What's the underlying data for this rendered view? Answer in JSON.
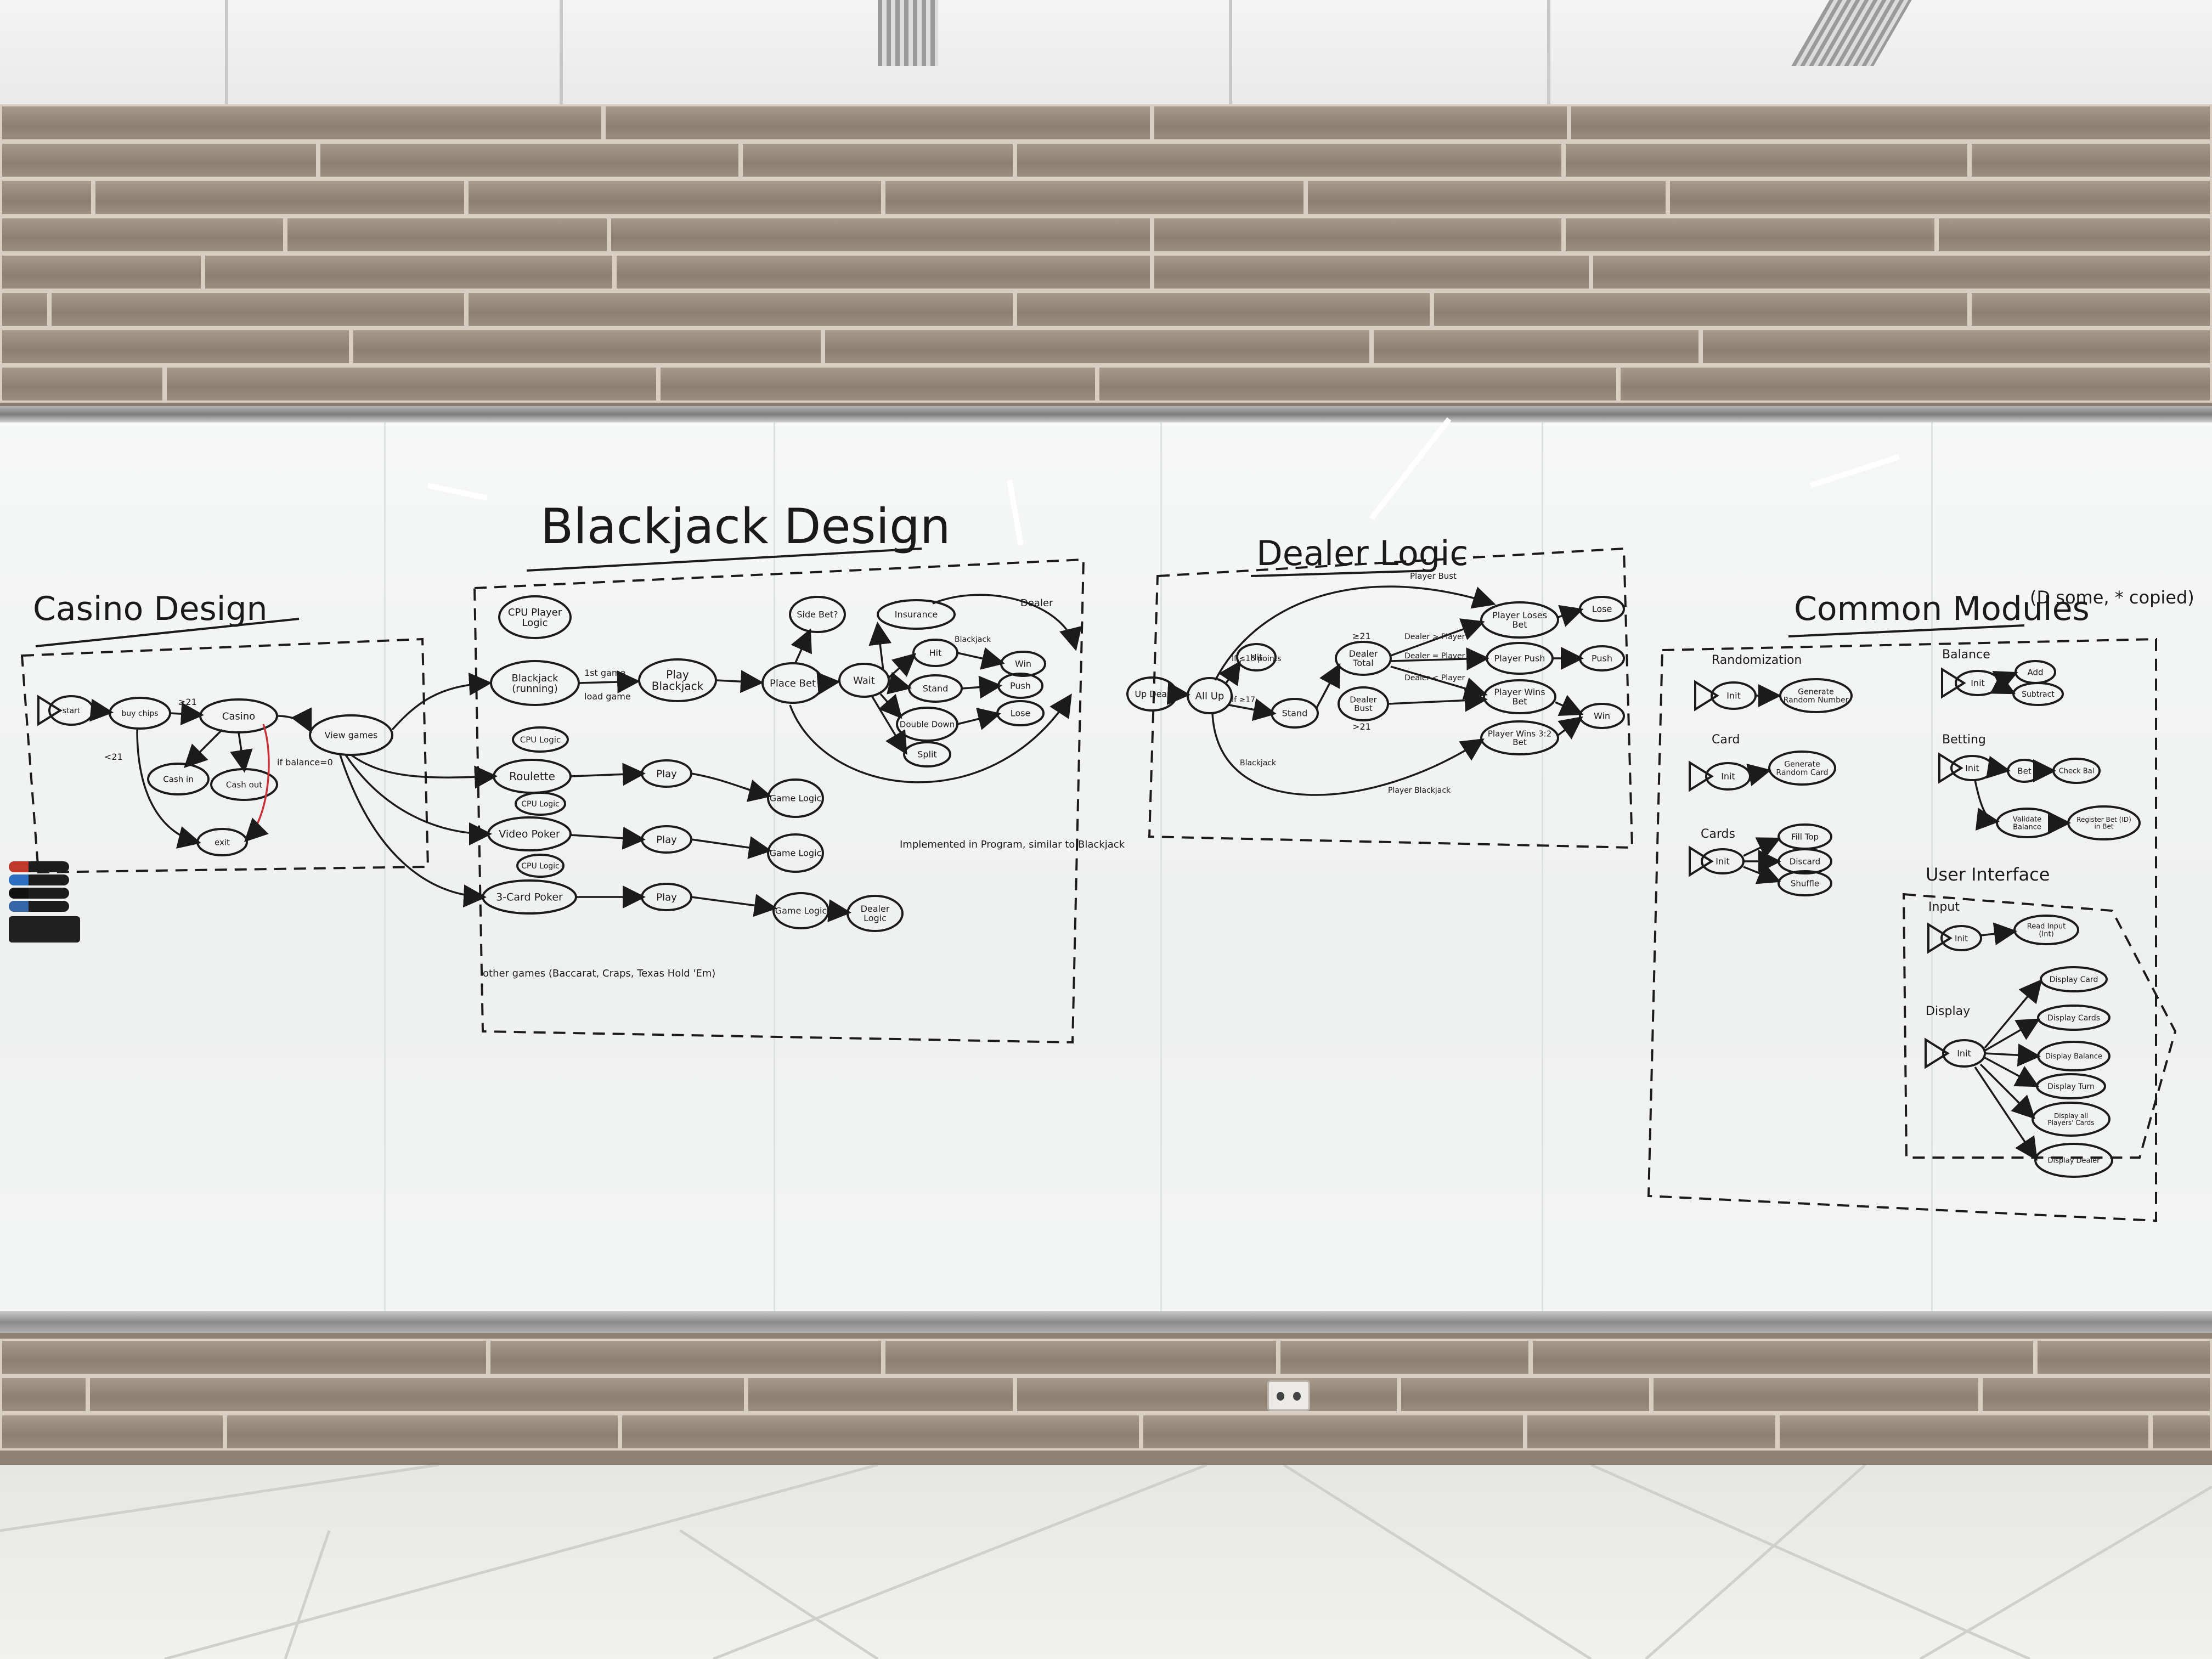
{
  "titles": {
    "casino": "Casino Design",
    "blackjack": "Blackjack Design",
    "dealer": "Dealer Logic",
    "common": "Common Modules",
    "common_note": "(D some, * copied)"
  },
  "casino": {
    "n_start": "start",
    "n_buy": "buy chips",
    "n_casino": "Casino",
    "n_cashin": "Cash in",
    "n_cashout": "Cash out",
    "n_exit": "exit",
    "n_view": "View games",
    "e_ge21": "≥21",
    "e_lt21": "<21",
    "e_balance": "if balance=0"
  },
  "blackjack": {
    "n_cpu": "CPU Player Logic",
    "n_blackjack": "Blackjack (running)",
    "n_play": "Play Blackjack",
    "n_placebet": "Place Bet",
    "n_sidebet": "Side Bet?",
    "n_wait": "Wait",
    "n_insurance": "Insurance",
    "n_hit": "Hit",
    "n_stand": "Stand",
    "n_double": "Double Down",
    "n_split": "Split",
    "n_win": "Win",
    "n_push": "Push",
    "n_lose": "Lose",
    "e_1st": "1st game",
    "e_load": "load game",
    "e_dealer": "Dealer",
    "e_blackjack": "Blackjack",
    "n_cpu2": "CPU Logic",
    "n_roulette": "Roulette",
    "n_cpu3": "CPU Logic",
    "n_videopoker": "Video Poker",
    "n_cpu4": "CPU Logic",
    "n_threecard": "3-Card Poker",
    "n_play2": "Play",
    "n_play3": "Play",
    "n_play4": "Play",
    "n_gl1": "Game Logic",
    "n_gl2": "Game Logic",
    "n_gl3": "Game Logic",
    "n_dl": "Dealer Logic",
    "note_impl": "Implemented in Program, similar to Blackjack",
    "note_other": "other games (Baccarat, Craps, Texas Hold 'Em)"
  },
  "dealer": {
    "n_up": "Up Deal",
    "n_allup": "All Up",
    "n_hit": "Hit",
    "n_stand": "Stand",
    "n_dtotal": "Dealer Total",
    "n_dbust": "Dealer Bust",
    "n_plosesbet": "Player Loses Bet",
    "n_ppush": "Player Push",
    "n_pwins": "Player Wins Bet",
    "n_pwins2": "Player Wins 3:2 Bet",
    "n_lose": "Lose",
    "n_push": "Push",
    "n_win": "Win",
    "e_le16": "If ≤16 points",
    "e_ge17": "If ≥17",
    "e_gt21": "≥21",
    "e_gt21b": ">21",
    "e_playerbust": "Player Bust",
    "e_dgp": "Dealer > Player",
    "e_deq": "Dealer = Player",
    "e_dlp": "Dealer < Player",
    "e_pbj": "Player Blackjack",
    "e_bj": "Blackjack"
  },
  "common": {
    "randomization": "Randomization",
    "rand_init": "Init",
    "rand_gen": "Generate Random Number",
    "card": "Card",
    "card_init": "Init",
    "card_gen": "Generate Random Card",
    "cards": "Cards",
    "cards_init": "Init",
    "cards_fill": "Fill Top",
    "cards_discard": "Discard",
    "cards_shuffle": "Shuffle",
    "balance": "Balance",
    "bal_init": "Init",
    "bal_add": "Add",
    "bal_subtract": "Subtract",
    "betting": "Betting",
    "bet_init": "Init",
    "bet_bet": "Bet",
    "bet_check": "Check Bal",
    "bet_validate": "Validate Balance",
    "bet_register": "Register Bet (ID) in Bet",
    "ui": "User Interface",
    "input": "Input",
    "in_init": "Init",
    "in_read": "Read Input (Int)",
    "display": "Display",
    "disp_init": "Init",
    "disp_card": "Display Card",
    "disp_cards": "Display Cards",
    "disp_bal": "Display Balance",
    "disp_turn": "Display Turn",
    "disp_all": "Display all Players' Cards",
    "disp_dealer": "Display Dealer"
  },
  "colors": {
    "ink": "#1b1b1b",
    "red_ink": "#c8333a",
    "board": "#f2f3f3"
  }
}
